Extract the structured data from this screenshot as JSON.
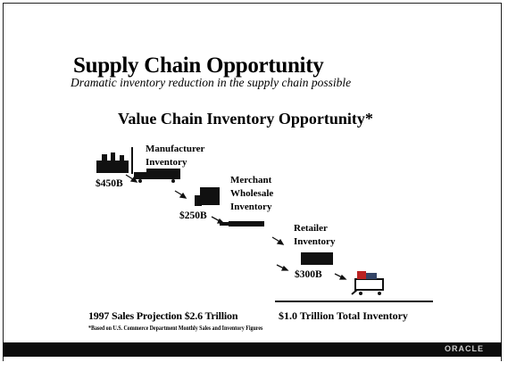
{
  "slide": {
    "title": "Supply Chain Opportunity",
    "subtitle": "Dramatic inventory reduction in the supply chain possible",
    "chart_title": "Value Chain Inventory Opportunity*",
    "stages": [
      {
        "label_line1": "Manufacturer",
        "label_line2": "Inventory",
        "label_line3": "",
        "amount": "$450B"
      },
      {
        "label_line1": "Merchant",
        "label_line2": "Wholesale",
        "label_line3": "Inventory",
        "amount": "$250B"
      },
      {
        "label_line1": "Retailer",
        "label_line2": "Inventory",
        "label_line3": "",
        "amount": "$300B"
      }
    ],
    "projection_text": "1997 Sales Projection $2.6 Trillion",
    "total_text": "$1.0 Trillion Total Inventory",
    "footnote": "*Based on U.S. Commerce Department Monthly Sales and Inventory Figures",
    "logo": "ORACLE"
  }
}
